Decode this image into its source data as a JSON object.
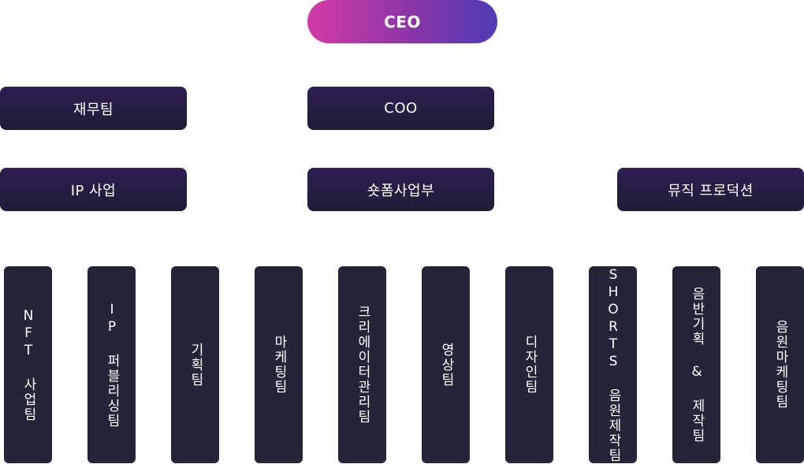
{
  "org": {
    "ceo": "CEO",
    "finance": "재무팀",
    "coo": "COO",
    "ip_business": "IP 사업",
    "shortform": "숏폼사업부",
    "music": "뮤직 프로덕션"
  },
  "teams": [
    "NFT 사업팀",
    "IP 퍼블리싱팀",
    "기획팀",
    "마케팅팀",
    "크리에이터관리팀",
    "영상팀",
    "디자인팀",
    "SHORTS 음원제작팀",
    "음반기획 & 제작팀",
    "음원마케팅팀"
  ]
}
